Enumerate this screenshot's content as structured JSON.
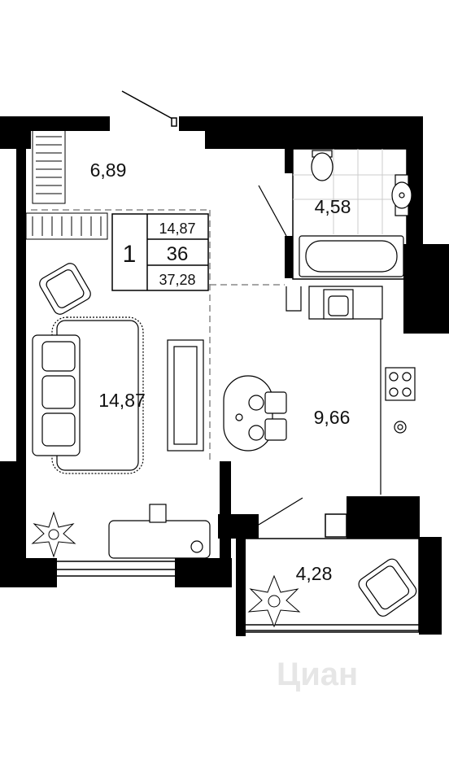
{
  "plan": {
    "rooms": {
      "hall": "6,89",
      "bathroom": "4,58",
      "living_room": "14,87",
      "kitchen": "9,66",
      "balcony": "4,28"
    },
    "summary": {
      "rooms_count": "1",
      "living_area": "14,87",
      "total_area": "36",
      "total_area_with_balcony": "37,28"
    },
    "watermark": "Циан"
  }
}
